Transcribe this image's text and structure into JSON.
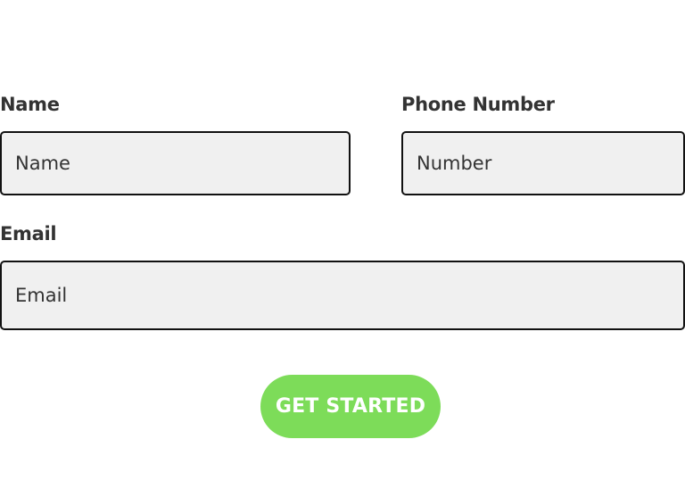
{
  "form": {
    "name": {
      "label": "Name",
      "placeholder": "Name",
      "value": ""
    },
    "phone": {
      "label": "Phone Number",
      "placeholder": "Number",
      "value": ""
    },
    "email": {
      "label": "Email",
      "placeholder": "Email",
      "value": ""
    },
    "submit_label": "GET STARTED"
  },
  "colors": {
    "button_bg": "#7ddc59",
    "button_text": "#ffffff",
    "field_bg": "#f0f0f0",
    "field_border": "#111111",
    "label_text": "#333333"
  }
}
